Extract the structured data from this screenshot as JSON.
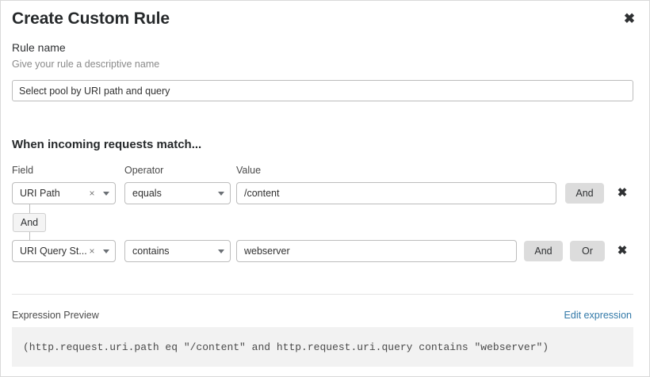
{
  "dialog": {
    "title": "Create Custom Rule",
    "close_icon": "close-icon"
  },
  "rule_name": {
    "label": "Rule name",
    "help": "Give your rule a descriptive name",
    "value": "Select pool by URI path and query",
    "placeholder": ""
  },
  "match_section": {
    "heading": "When incoming requests match...",
    "columns": {
      "field": "Field",
      "operator": "Operator",
      "value": "Value"
    },
    "connector": "And",
    "rows": [
      {
        "field": "URI Path",
        "clear_icon": "×",
        "caret_icon": "chevron-down-icon",
        "operator": "equals",
        "value": "/content",
        "logic_buttons": [
          "And"
        ],
        "remove_icon": "✖"
      },
      {
        "field": "URI Query St...",
        "clear_icon": "×",
        "caret_icon": "chevron-down-icon",
        "operator": "contains",
        "value": "webserver",
        "logic_buttons": [
          "And",
          "Or"
        ],
        "remove_icon": "✖"
      }
    ]
  },
  "expression": {
    "label": "Expression Preview",
    "edit_link": "Edit expression",
    "code": "(http.request.uri.path eq \"/content\" and http.request.uri.query contains \"webserver\")"
  },
  "colors": {
    "link": "#3279a8",
    "logic_button_bg": "#dcdcdc",
    "code_bg": "#f2f2f2"
  }
}
